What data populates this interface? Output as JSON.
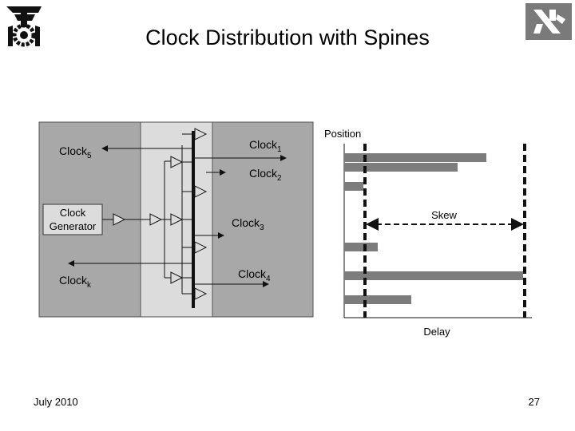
{
  "slide": {
    "title": "Clock Distribution with Spines",
    "date": "July 2010",
    "page_number": "27"
  },
  "left_diagram": {
    "clock_generator": [
      "Clock",
      "Generator"
    ],
    "labels": {
      "clock5": {
        "base": "Clock",
        "sub": "5"
      },
      "clock1": {
        "base": "Clock",
        "sub": "1"
      },
      "clock2": {
        "base": "Clock",
        "sub": "2"
      },
      "clock3": {
        "base": "Clock",
        "sub": "3"
      },
      "clock4": {
        "base": "Clock",
        "sub": "4"
      },
      "clockk": {
        "base": "Clock",
        "sub": "k"
      }
    }
  },
  "right_diagram": {
    "y_label": "Position",
    "x_label": "Delay",
    "skew_label": "Skew",
    "bars": [
      178,
      142,
      24,
      42,
      224,
      84
    ]
  },
  "colors": {
    "panel_dark": "#a8a8a8",
    "panel_light": "#dcdcdc",
    "bar_fill": "#7c7c7c"
  }
}
